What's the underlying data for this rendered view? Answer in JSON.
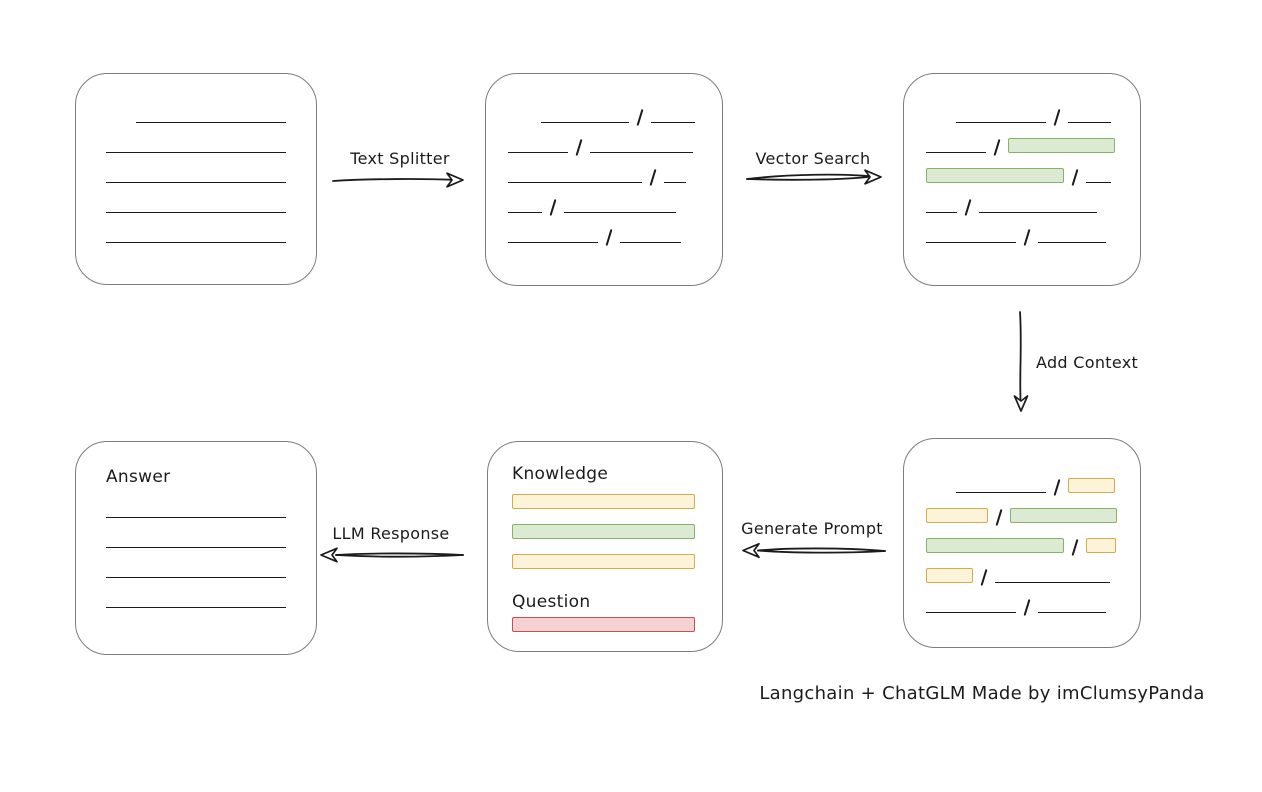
{
  "caption": "Langchain + ChatGLM Made by imClumsyPanda",
  "colors": {
    "ink": "#1b1b1b",
    "box_border": "#7d7d7d",
    "green_fill": "#dcead2",
    "green_border": "#85b369",
    "yellow_fill": "#fdf3d8",
    "yellow_border": "#d3ab4c",
    "red_fill": "#f5d2d1",
    "red_border": "#bb5452"
  },
  "arrows": {
    "text_splitter": {
      "label": "Text Splitter",
      "direction": "right"
    },
    "vector_search": {
      "label": "Vector Search",
      "direction": "right"
    },
    "add_context": {
      "label": "Add Context",
      "direction": "down"
    },
    "generate_prompt": {
      "label": "Generate Prompt",
      "direction": "left"
    },
    "llm_response": {
      "label": "LLM Response",
      "direction": "left"
    }
  },
  "boxes": {
    "document": {
      "rows": [
        [
          {
            "t": "gap",
            "w": 30
          },
          {
            "t": "line",
            "w": 150
          }
        ],
        [
          {
            "t": "line",
            "w": 180
          }
        ],
        [
          {
            "t": "line",
            "w": 180
          }
        ],
        [
          {
            "t": "line",
            "w": 180
          }
        ],
        [
          {
            "t": "line",
            "w": 180
          }
        ]
      ]
    },
    "chunks": {
      "rows": [
        [
          {
            "t": "gap",
            "w": 33
          },
          {
            "t": "line",
            "w": 88
          },
          {
            "t": "slash"
          },
          {
            "t": "line",
            "w": 44
          }
        ],
        [
          {
            "t": "line",
            "w": 60
          },
          {
            "t": "slash"
          },
          {
            "t": "line",
            "w": 103
          }
        ],
        [
          {
            "t": "line",
            "w": 134
          },
          {
            "t": "slash"
          },
          {
            "t": "line",
            "w": 22
          }
        ],
        [
          {
            "t": "line",
            "w": 34
          },
          {
            "t": "slash"
          },
          {
            "t": "line",
            "w": 112
          }
        ],
        [
          {
            "t": "line",
            "w": 90
          },
          {
            "t": "slash"
          },
          {
            "t": "line",
            "w": 61
          }
        ]
      ]
    },
    "retrieved": {
      "rows": [
        [
          {
            "t": "gap",
            "w": 30
          },
          {
            "t": "line",
            "w": 90
          },
          {
            "t": "slash"
          },
          {
            "t": "line",
            "w": 43
          }
        ],
        [
          {
            "t": "line",
            "w": 60
          },
          {
            "t": "slash"
          },
          {
            "t": "green",
            "w": 107
          }
        ],
        [
          {
            "t": "green",
            "w": 138
          },
          {
            "t": "slash"
          },
          {
            "t": "line",
            "w": 25
          }
        ],
        [
          {
            "t": "line",
            "w": 31
          },
          {
            "t": "slash"
          },
          {
            "t": "line",
            "w": 118
          }
        ],
        [
          {
            "t": "line",
            "w": 90
          },
          {
            "t": "slash"
          },
          {
            "t": "line",
            "w": 68
          }
        ]
      ]
    },
    "context": {
      "rows": [
        [
          {
            "t": "gap",
            "w": 30
          },
          {
            "t": "line",
            "w": 90
          },
          {
            "t": "slash"
          },
          {
            "t": "yellow",
            "w": 47
          }
        ],
        [
          {
            "t": "yellow",
            "w": 62
          },
          {
            "t": "slash"
          },
          {
            "t": "green",
            "w": 107
          }
        ],
        [
          {
            "t": "green",
            "w": 138
          },
          {
            "t": "slash"
          },
          {
            "t": "yellow",
            "w": 30
          }
        ],
        [
          {
            "t": "yellow",
            "w": 47
          },
          {
            "t": "slash"
          },
          {
            "t": "line",
            "w": 115
          }
        ],
        [
          {
            "t": "line",
            "w": 90
          },
          {
            "t": "slash"
          },
          {
            "t": "line",
            "w": 68
          }
        ]
      ]
    },
    "prompt": {
      "knowledge_label": "Knowledge",
      "question_label": "Question",
      "knowledge_rows": [
        [
          {
            "t": "yellow",
            "w": 183
          }
        ],
        [
          {
            "t": "green",
            "w": 183
          }
        ],
        [
          {
            "t": "yellow",
            "w": 183
          }
        ]
      ],
      "question_rows": [
        [
          {
            "t": "red",
            "w": 183
          }
        ]
      ]
    },
    "answer": {
      "label": "Answer",
      "rows": [
        [
          {
            "t": "line",
            "w": 180
          }
        ],
        [
          {
            "t": "line",
            "w": 180
          }
        ],
        [
          {
            "t": "line",
            "w": 180
          }
        ],
        [
          {
            "t": "line",
            "w": 180
          }
        ]
      ]
    }
  }
}
